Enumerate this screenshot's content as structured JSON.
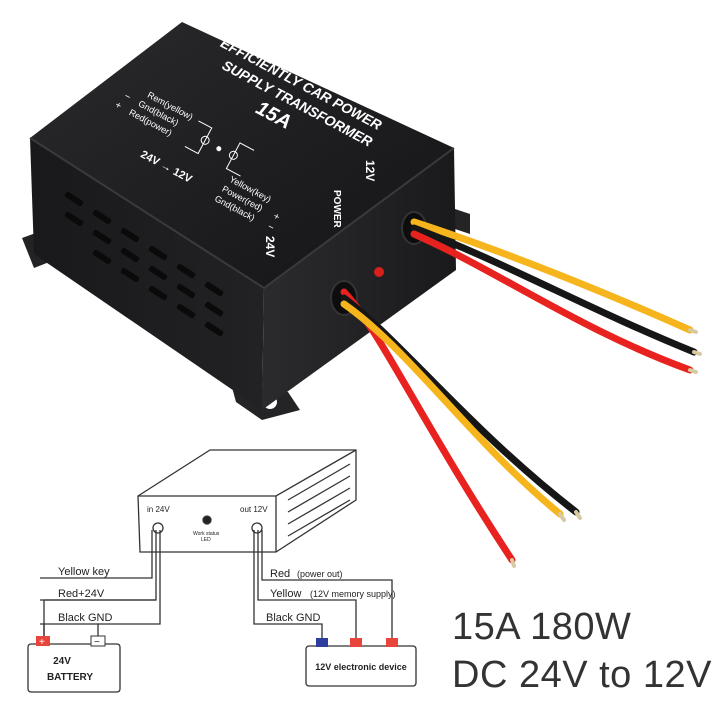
{
  "product": {
    "title_line1": "EFFICIENTLY CAR POWER",
    "title_line2": "SUPPLY TRANSFORMER",
    "rating": "15A",
    "label_rem": "Rem(yellow)",
    "label_gnd_left": "Gnd(black)",
    "label_red_power": "Red(power)",
    "label_yellow_key": "Yellow(key)",
    "label_power_red": "Power(red)",
    "label_gnd_right": "Gnd(black)",
    "sign_minus": "−",
    "sign_plus": "+",
    "conversion": "24V → 12V",
    "port_12v": "12V",
    "port_24v": "24V",
    "power_label": "POWER"
  },
  "diagram": {
    "input_label": "in 24V",
    "output_label": "out 12V",
    "led_label_line1": "Work status",
    "led_label_line2": "LED",
    "wire_yellow_key": "Yellow key",
    "wire_red_24v": "Red+24V",
    "wire_black_gnd_in": "Black GND",
    "wire_red_out": "Red",
    "wire_red_out_note": "(power out)",
    "wire_yellow_out": "Yellow",
    "wire_yellow_out_note": "(12V memory supply)",
    "wire_black_gnd_out": "Black GND",
    "battery_line1": "24V",
    "battery_line2": "BATTERY",
    "device_label": "12V electronic device",
    "plus_sign": "+",
    "minus_sign": "−"
  },
  "specs": {
    "line1": "15A 180W",
    "line2": "DC 24V to 12V"
  },
  "colors": {
    "case": "#1c1c1e",
    "wire_red": "#e8231f",
    "wire_yellow": "#f6b51c",
    "wire_black": "#161616",
    "terminal_plus": "#e8453c",
    "terminal_minus": "#2f3e9e"
  }
}
